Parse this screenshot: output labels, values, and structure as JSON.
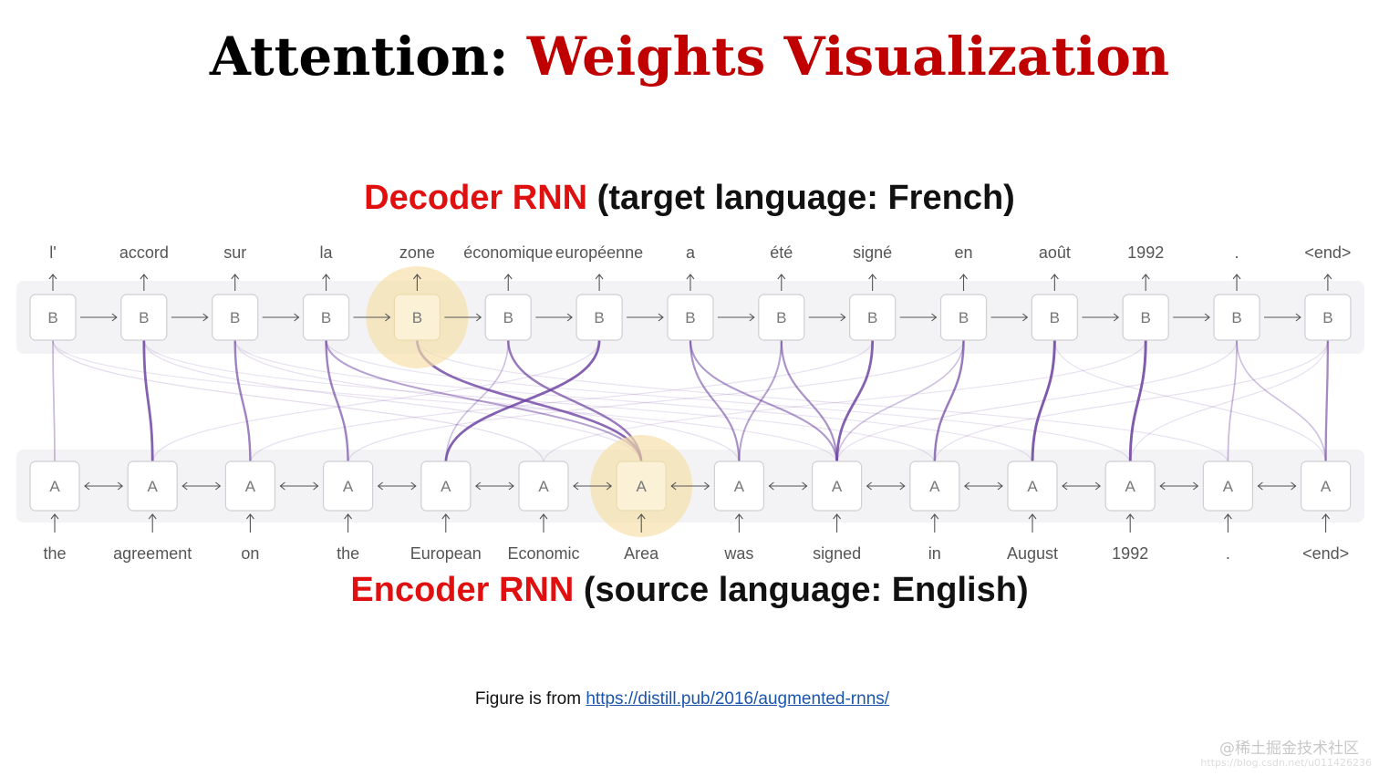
{
  "title": {
    "prefix": "Attention: ",
    "accent": "Weights Visualization"
  },
  "decoder_heading": {
    "red": "Decoder RNN",
    "rest": " (target language: French)"
  },
  "encoder_heading": {
    "red": "Encoder RNN",
    "rest": " (source language: English)"
  },
  "decoder": {
    "node_label": "B",
    "words": [
      "l'",
      "accord",
      "sur",
      "la",
      "zone",
      "économique",
      "européenne",
      "a",
      "été",
      "signé",
      "en",
      "août",
      "1992",
      ".",
      "<end>"
    ],
    "highlighted_index": 4
  },
  "encoder": {
    "node_label": "A",
    "words": [
      "the",
      "agreement",
      "on",
      "the",
      "European",
      "Economic",
      "Area",
      "was",
      "signed",
      "in",
      "August",
      "1992",
      ".",
      "<end>"
    ],
    "highlighted_index": 6
  },
  "attention_links": [
    {
      "decoder": 0,
      "encoder": 0,
      "weight": 0.35
    },
    {
      "decoder": 1,
      "encoder": 1,
      "weight": 0.9
    },
    {
      "decoder": 2,
      "encoder": 2,
      "weight": 0.7
    },
    {
      "decoder": 3,
      "encoder": 3,
      "weight": 0.7
    },
    {
      "decoder": 4,
      "encoder": 6,
      "weight": 0.85
    },
    {
      "decoder": 5,
      "encoder": 6,
      "weight": 0.75
    },
    {
      "decoder": 5,
      "encoder": 4,
      "weight": 0.3
    },
    {
      "decoder": 6,
      "encoder": 4,
      "weight": 0.9
    },
    {
      "decoder": 3,
      "encoder": 6,
      "weight": 0.5
    },
    {
      "decoder": 7,
      "encoder": 7,
      "weight": 0.6
    },
    {
      "decoder": 7,
      "encoder": 8,
      "weight": 0.55
    },
    {
      "decoder": 8,
      "encoder": 7,
      "weight": 0.5
    },
    {
      "decoder": 8,
      "encoder": 8,
      "weight": 0.6
    },
    {
      "decoder": 9,
      "encoder": 8,
      "weight": 0.9
    },
    {
      "decoder": 10,
      "encoder": 9,
      "weight": 0.75
    },
    {
      "decoder": 10,
      "encoder": 8,
      "weight": 0.3
    },
    {
      "decoder": 11,
      "encoder": 10,
      "weight": 0.95
    },
    {
      "decoder": 12,
      "encoder": 11,
      "weight": 0.95
    },
    {
      "decoder": 13,
      "encoder": 12,
      "weight": 0.35
    },
    {
      "decoder": 13,
      "encoder": 13,
      "weight": 0.3
    },
    {
      "decoder": 14,
      "encoder": 13,
      "weight": 0.65
    },
    {
      "decoder": 0,
      "encoder": 5,
      "weight": 0.12
    },
    {
      "decoder": 1,
      "encoder": 6,
      "weight": 0.1
    },
    {
      "decoder": 2,
      "encoder": 7,
      "weight": 0.1
    },
    {
      "decoder": 0,
      "encoder": 8,
      "weight": 0.08
    },
    {
      "decoder": 1,
      "encoder": 9,
      "weight": 0.08
    },
    {
      "decoder": 2,
      "encoder": 10,
      "weight": 0.08
    },
    {
      "decoder": 3,
      "encoder": 11,
      "weight": 0.08
    },
    {
      "decoder": 4,
      "encoder": 12,
      "weight": 0.08
    },
    {
      "decoder": 9,
      "encoder": 2,
      "weight": 0.1
    },
    {
      "decoder": 10,
      "encoder": 3,
      "weight": 0.1
    },
    {
      "decoder": 12,
      "encoder": 5,
      "weight": 0.08
    },
    {
      "decoder": 13,
      "encoder": 8,
      "weight": 0.1
    },
    {
      "decoder": 14,
      "encoder": 9,
      "weight": 0.1
    },
    {
      "decoder": 11,
      "encoder": 13,
      "weight": 0.1
    },
    {
      "decoder": 6,
      "encoder": 1,
      "weight": 0.1
    },
    {
      "decoder": 14,
      "encoder": 11,
      "weight": 0.1
    }
  ],
  "footer": {
    "text": "Figure is from ",
    "link": "https://distill.pub/2016/augmented-rnns/"
  },
  "watermark": {
    "main": "@稀土掘金技术社区",
    "sub": "https://blog.csdn.net/u011426236"
  },
  "colors": {
    "accent_red": "#c00000",
    "heading_red": "#e01010",
    "link": "#1a56b0",
    "attention": "#6a3fa0",
    "highlight": "#f6dfa6"
  }
}
